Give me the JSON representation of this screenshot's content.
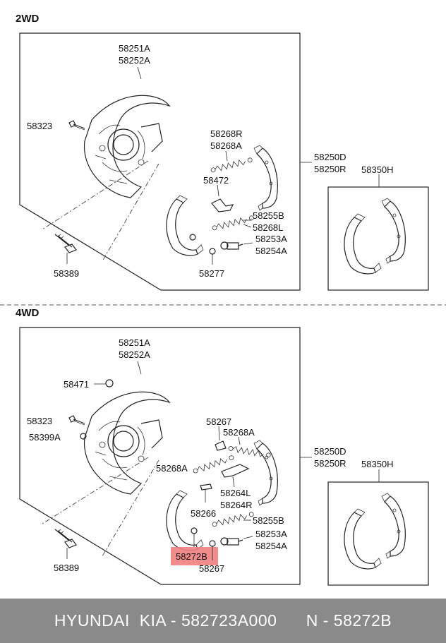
{
  "diagram": {
    "sections": [
      {
        "title": "2WD",
        "labels": {
          "backing_plate_a": "58251A",
          "backing_plate_b": "58252A",
          "bolt": "58323",
          "spring_r": "58268R",
          "spring_a": "58268A",
          "lever": "58472",
          "shoe_d": "58250D",
          "shoe_r": "58250R",
          "kit": "58350H",
          "spring_b": "58255B",
          "spring_l": "58268L",
          "adjuster_a": "58253A",
          "adjuster_b": "58254A",
          "pin": "58277",
          "mount_bolt": "58389"
        }
      },
      {
        "title": "4WD",
        "labels": {
          "backing_plate_a": "58251A",
          "backing_plate_b": "58252A",
          "cap": "58471",
          "bolt": "58323",
          "nut": "58399A",
          "retainer": "58267",
          "spring_a1": "58268A",
          "spring_a2": "58268A",
          "shoe_d": "58250D",
          "shoe_r": "58250R",
          "kit": "58350H",
          "spring_l": "58264L",
          "spring_r": "58264R",
          "clip": "58266",
          "spring_b": "58255B",
          "adjuster_a": "58253A",
          "adjuster_b": "58254A",
          "highlight": "58272B",
          "retainer_2": "58267",
          "mount_bolt": "58389"
        }
      }
    ],
    "highlight_color": "#f08080"
  },
  "footer": {
    "text": "HYUNDAI  KIA - 582723A000      N - 58272B"
  }
}
